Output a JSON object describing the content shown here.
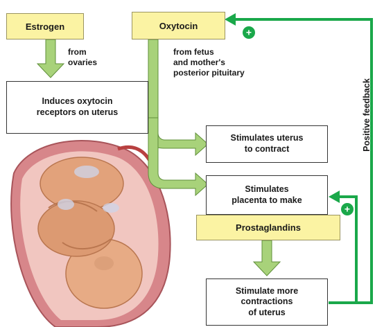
{
  "hormones": {
    "estrogen": "Estrogen",
    "oxytocin": "Oxytocin",
    "prostaglandins": "Prostaglandins"
  },
  "notes": {
    "from_ovaries_1": "from",
    "from_ovaries_2": "ovaries",
    "from_fetus_1": "from fetus",
    "from_fetus_2": "and mother's",
    "from_fetus_3": "posterior pituitary"
  },
  "steps": {
    "induces_1": "Induces oxytocin",
    "induces_2": "receptors on uterus",
    "uterus_1": "Stimulates uterus",
    "uterus_2": "to contract",
    "placenta_1": "Stimulates",
    "placenta_2": "placenta to make",
    "more_1": "Stimulate more",
    "more_2": "contractions",
    "more_3": "of uterus"
  },
  "feedback": {
    "label": "Positive feedback",
    "sign": "+"
  },
  "colors": {
    "arrow_fill": "#a8d27a",
    "arrow_stroke": "#5f8f3a",
    "feedback_line": "#1aa84a",
    "hormone_box": "#fbf3a3"
  }
}
